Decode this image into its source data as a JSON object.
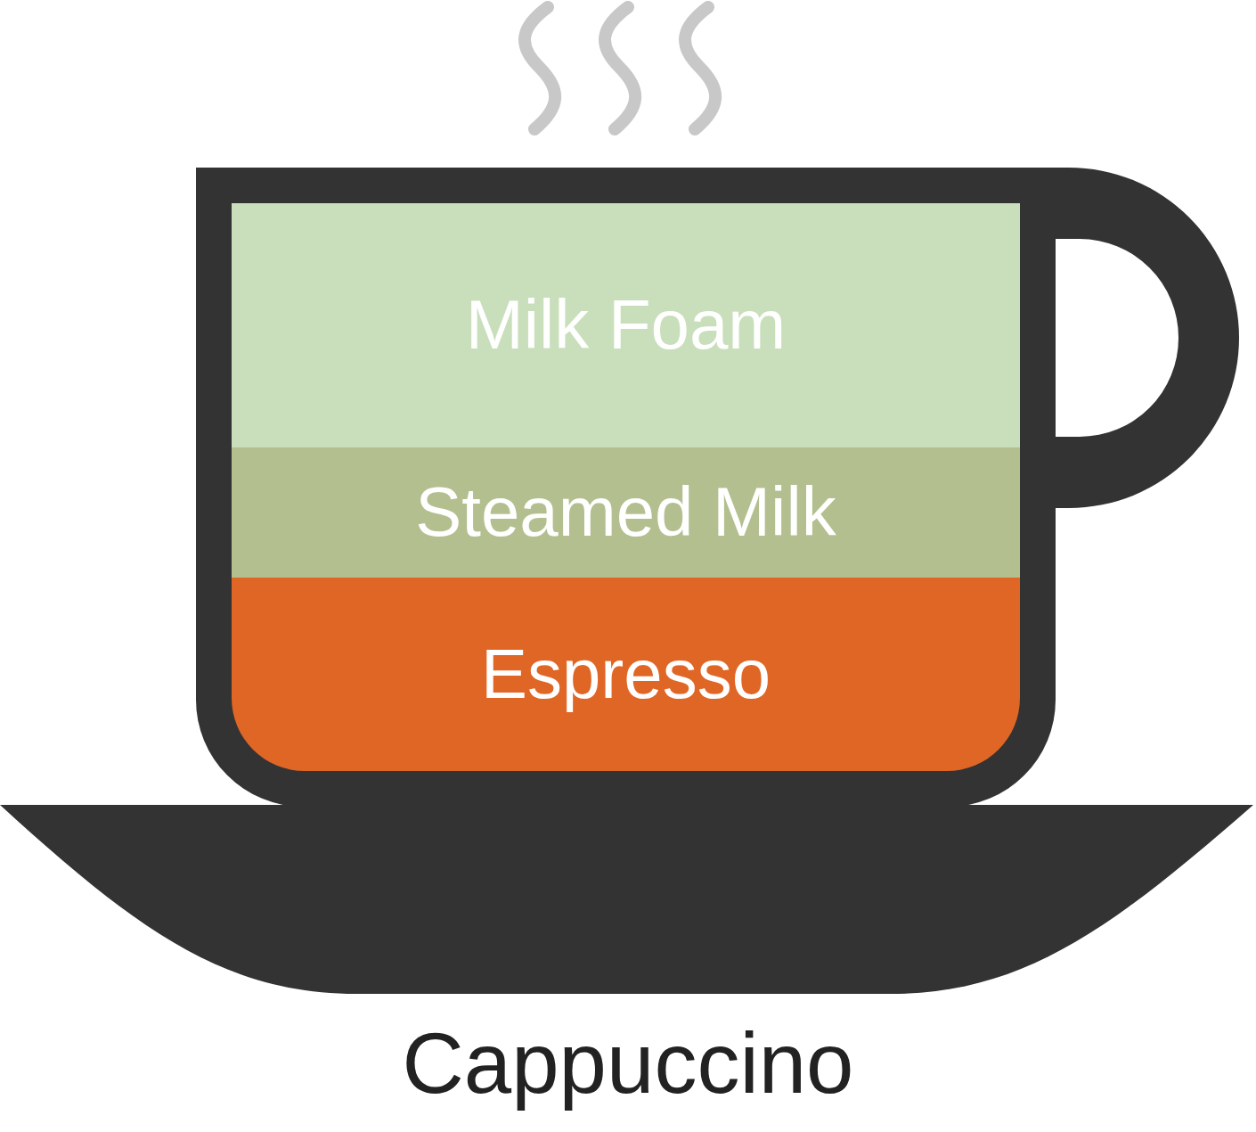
{
  "diagram": {
    "caption": "Cappuccino",
    "nodes": [
      {
        "text": [
          "Milk Foam"
        ]
      },
      {
        "text": [
          "Steamed Milk"
        ]
      },
      {
        "text": [
          "Espresso"
        ]
      }
    ]
  }
}
